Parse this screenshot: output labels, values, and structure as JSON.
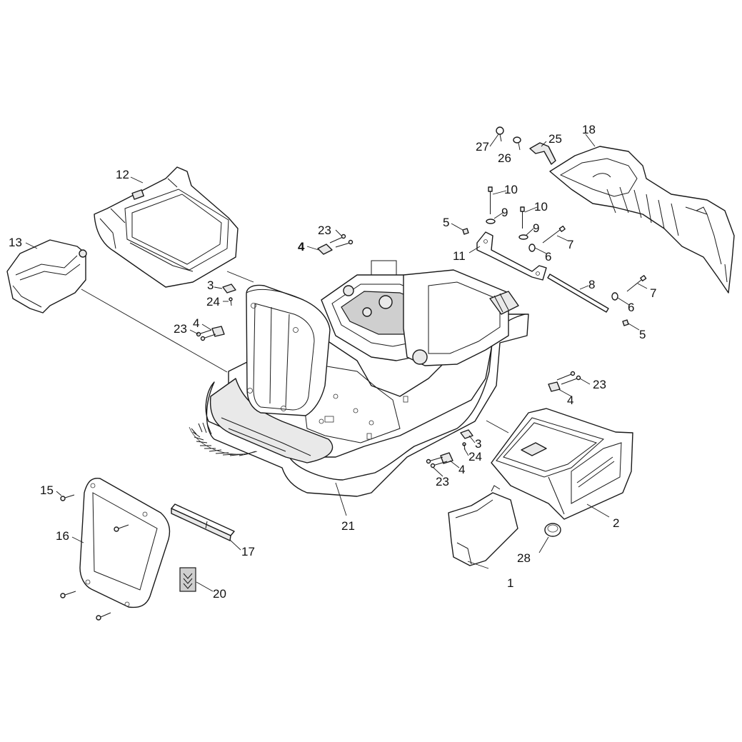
{
  "diagram": {
    "callouts": [
      {
        "id": "c1",
        "label": "1"
      },
      {
        "id": "c2",
        "label": "2"
      },
      {
        "id": "c3a",
        "label": "3"
      },
      {
        "id": "c3b",
        "label": "3"
      },
      {
        "id": "c4a",
        "label": "4"
      },
      {
        "id": "c4b",
        "label": "4"
      },
      {
        "id": "c4c",
        "label": "4"
      },
      {
        "id": "c4d",
        "label": "4"
      },
      {
        "id": "c5a",
        "label": "5"
      },
      {
        "id": "c5b",
        "label": "5"
      },
      {
        "id": "c6a",
        "label": "6"
      },
      {
        "id": "c6b",
        "label": "6"
      },
      {
        "id": "c7a",
        "label": "7"
      },
      {
        "id": "c7b",
        "label": "7"
      },
      {
        "id": "c8",
        "label": "8"
      },
      {
        "id": "c9a",
        "label": "9"
      },
      {
        "id": "c9b",
        "label": "9"
      },
      {
        "id": "c10a",
        "label": "10"
      },
      {
        "id": "c10b",
        "label": "10"
      },
      {
        "id": "c11",
        "label": "11"
      },
      {
        "id": "c12",
        "label": "12"
      },
      {
        "id": "c13",
        "label": "13"
      },
      {
        "id": "c15",
        "label": "15"
      },
      {
        "id": "c16",
        "label": "16"
      },
      {
        "id": "c17",
        "label": "17"
      },
      {
        "id": "c18",
        "label": "18"
      },
      {
        "id": "c20",
        "label": "20"
      },
      {
        "id": "c21",
        "label": "21"
      },
      {
        "id": "c23a",
        "label": "23"
      },
      {
        "id": "c23b",
        "label": "23"
      },
      {
        "id": "c23c",
        "label": "23"
      },
      {
        "id": "c23d",
        "label": "23"
      },
      {
        "id": "c24a",
        "label": "24"
      },
      {
        "id": "c24b",
        "label": "24"
      },
      {
        "id": "c25",
        "label": "25"
      },
      {
        "id": "c26",
        "label": "26"
      },
      {
        "id": "c27",
        "label": "27"
      },
      {
        "id": "c28",
        "label": "28"
      }
    ]
  }
}
